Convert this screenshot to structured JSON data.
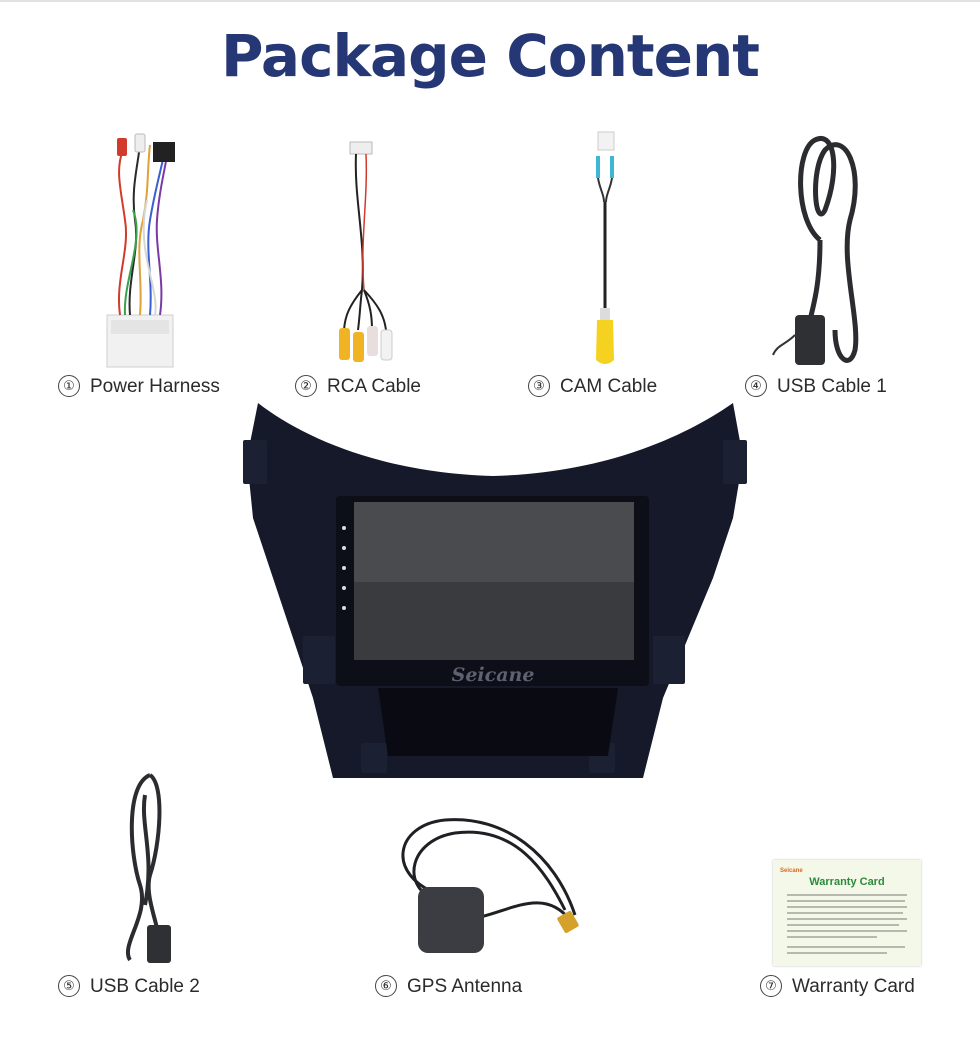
{
  "page": {
    "title": "Package Content"
  },
  "items": [
    {
      "number": "①",
      "label": "Power Harness",
      "icon": "power-harness"
    },
    {
      "number": "②",
      "label": "RCA Cable",
      "icon": "rca-cable"
    },
    {
      "number": "③",
      "label": "CAM Cable",
      "icon": "cam-cable"
    },
    {
      "number": "④",
      "label": "USB Cable 1",
      "icon": "usb-cable"
    },
    {
      "number": "⑤",
      "label": "USB Cable 2",
      "icon": "usb-cable"
    },
    {
      "number": "⑥",
      "label": "GPS Antenna",
      "icon": "gps-antenna"
    },
    {
      "number": "⑦",
      "label": "Warranty Card",
      "icon": "warranty-card"
    }
  ],
  "head_unit": {
    "brand": "Seicane"
  },
  "warranty_card": {
    "brand": "Seicane",
    "title": "Warranty Card"
  },
  "colors": {
    "title": "#253774",
    "unit_body": "#15192a",
    "screen": "#3a3b3e",
    "warranty_title": "#2d8a3a",
    "warranty_brand": "#e0681a"
  }
}
